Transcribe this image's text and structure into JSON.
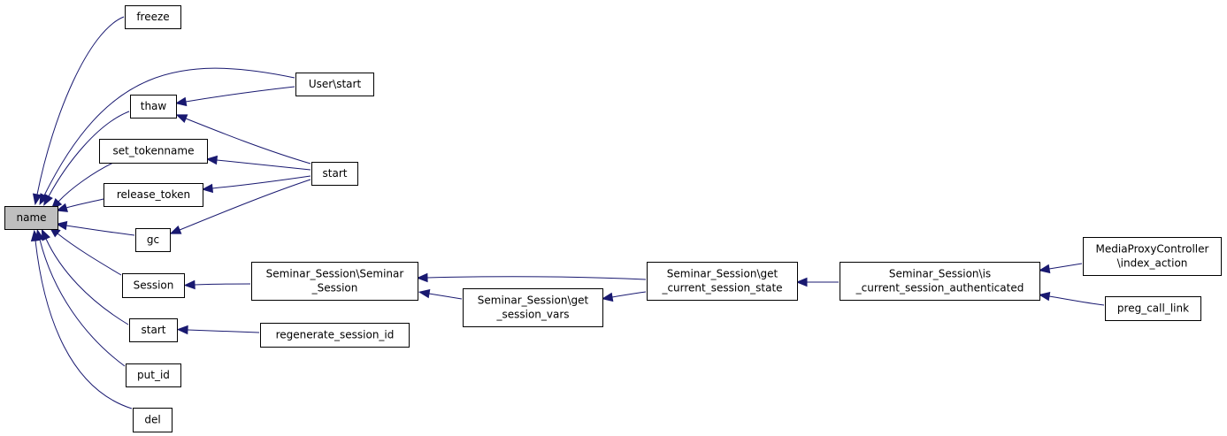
{
  "graph": {
    "edge_color": "#191970",
    "root_fill": "#bfbfbf",
    "nodes": [
      {
        "id": "name",
        "lines": [
          "name"
        ],
        "root": true
      },
      {
        "id": "freeze",
        "lines": [
          "freeze"
        ]
      },
      {
        "id": "user-start",
        "lines": [
          "User\\start"
        ]
      },
      {
        "id": "thaw",
        "lines": [
          "thaw"
        ]
      },
      {
        "id": "set-tokenname",
        "lines": [
          "set_tokenname"
        ]
      },
      {
        "id": "start-top",
        "lines": [
          "start"
        ]
      },
      {
        "id": "release-token",
        "lines": [
          "release_token"
        ]
      },
      {
        "id": "gc",
        "lines": [
          "gc"
        ]
      },
      {
        "id": "session",
        "lines": [
          "Session"
        ]
      },
      {
        "id": "seminar-session",
        "lines": [
          "Seminar_Session\\Seminar",
          "_Session"
        ]
      },
      {
        "id": "get-session-vars",
        "lines": [
          "Seminar_Session\\get",
          "_session_vars"
        ]
      },
      {
        "id": "get-current-session-state",
        "lines": [
          "Seminar_Session\\get",
          "_current_session_state"
        ]
      },
      {
        "id": "is-current-session-authenticated",
        "lines": [
          "Seminar_Session\\is",
          "_current_session_authenticated"
        ]
      },
      {
        "id": "mediaproxy-index-action",
        "lines": [
          "MediaProxyController",
          "\\index_action"
        ]
      },
      {
        "id": "preg-call-link",
        "lines": [
          "preg_call_link"
        ]
      },
      {
        "id": "start-mid",
        "lines": [
          "start"
        ]
      },
      {
        "id": "regenerate-session-id",
        "lines": [
          "regenerate_session_id"
        ]
      },
      {
        "id": "put-id",
        "lines": [
          "put_id"
        ]
      },
      {
        "id": "del",
        "lines": [
          "del"
        ]
      }
    ],
    "edges": [
      {
        "from": "freeze",
        "to": "name"
      },
      {
        "from": "user-start",
        "to": "name"
      },
      {
        "from": "thaw",
        "to": "name"
      },
      {
        "from": "set-tokenname",
        "to": "name"
      },
      {
        "from": "release-token",
        "to": "name"
      },
      {
        "from": "gc",
        "to": "name"
      },
      {
        "from": "session",
        "to": "name"
      },
      {
        "from": "start-mid",
        "to": "name"
      },
      {
        "from": "put-id",
        "to": "name"
      },
      {
        "from": "del",
        "to": "name"
      },
      {
        "from": "user-start",
        "to": "thaw"
      },
      {
        "from": "start-top",
        "to": "thaw"
      },
      {
        "from": "start-top",
        "to": "set-tokenname"
      },
      {
        "from": "start-top",
        "to": "release-token"
      },
      {
        "from": "start-top",
        "to": "gc"
      },
      {
        "from": "seminar-session",
        "to": "session"
      },
      {
        "from": "get-current-session-state",
        "to": "seminar-session"
      },
      {
        "from": "get-session-vars",
        "to": "seminar-session"
      },
      {
        "from": "get-current-session-state",
        "to": "get-session-vars"
      },
      {
        "from": "is-current-session-authenticated",
        "to": "get-current-session-state"
      },
      {
        "from": "mediaproxy-index-action",
        "to": "is-current-session-authenticated"
      },
      {
        "from": "preg-call-link",
        "to": "is-current-session-authenticated"
      },
      {
        "from": "regenerate-session-id",
        "to": "start-mid"
      }
    ]
  }
}
